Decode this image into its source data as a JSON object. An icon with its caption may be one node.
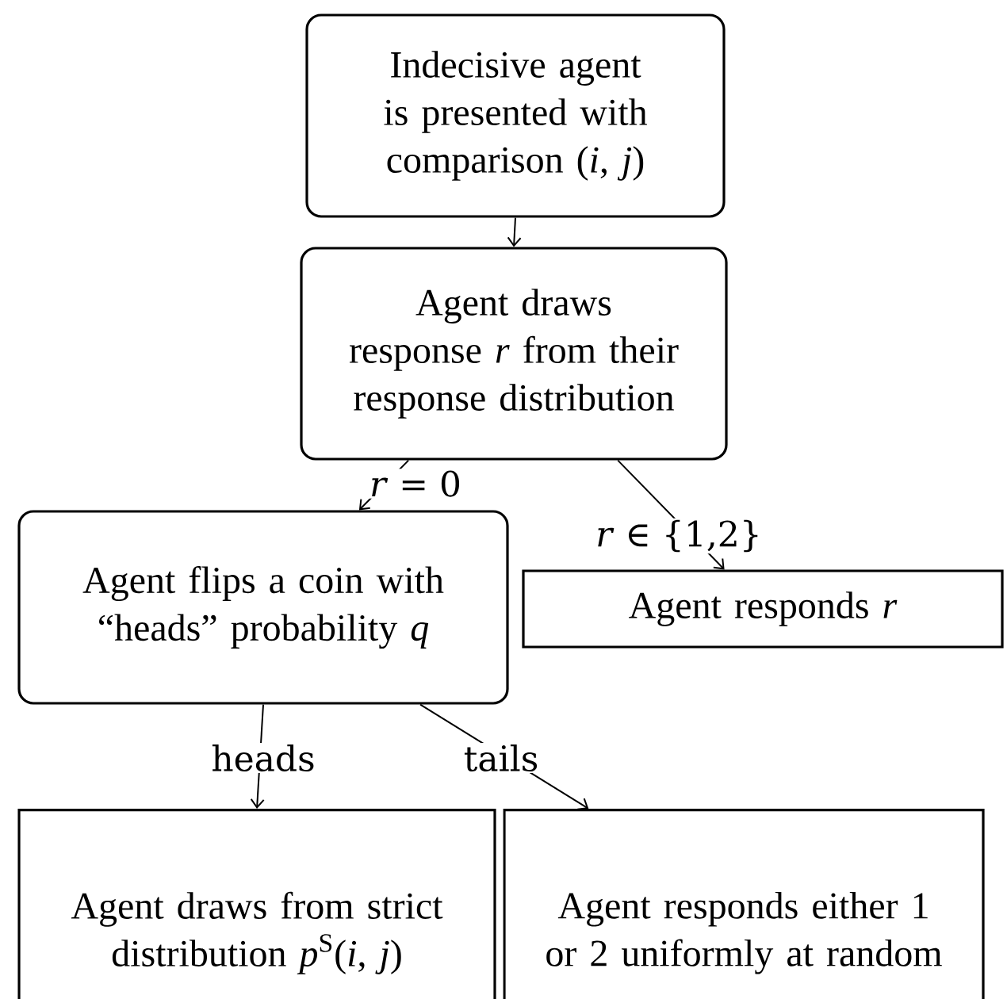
{
  "diagram": {
    "nodes": [
      {
        "text": [
          "Indecisive agent is presented with comparison (*i*, *j*)"
        ]
      },
      {
        "text": [
          "Agent draws response *r* from their response distribution"
        ]
      },
      {
        "text": [
          "Agent flips a coin with “heads” probability *q*"
        ]
      },
      {
        "text": [
          "Agent responds *r*"
        ]
      },
      {
        "text": [
          "Agent draws from strict distribution *p*$^{S}$(*i*, *j*)"
        ]
      },
      {
        "text": [
          "Agent responds either 1 or 2 uniformly at random"
        ]
      }
    ],
    "edges": [
      {
        "from": 0,
        "to": 1,
        "arrow": "to"
      },
      {
        "from": 1,
        "to": 2,
        "arrow": "to",
        "label": "*r* = 0"
      },
      {
        "from": 1,
        "to": 3,
        "arrow": "to",
        "label": "*r* ∈ {1,2}"
      },
      {
        "from": 2,
        "to": 4,
        "arrow": "to",
        "label": "heads"
      },
      {
        "from": 2,
        "to": 5,
        "arrow": "to",
        "label": "tails"
      }
    ]
  }
}
